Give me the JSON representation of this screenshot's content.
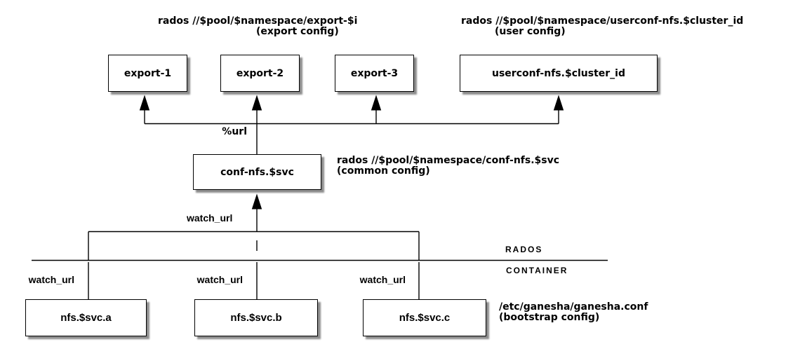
{
  "config_labels": {
    "export": {
      "path": "rados //$pool/$namespace/export-$i",
      "caption": "(export config)"
    },
    "user": {
      "path": "rados //$pool/$namespace/userconf-nfs.$cluster_id",
      "caption": "(user config)"
    },
    "common": {
      "path": "rados //$pool/$namespace/conf-nfs.$svc",
      "caption": "(common config)"
    },
    "bootstrap": {
      "path": "/etc/ganesha/ganesha.conf",
      "caption": "(bootstrap config)"
    }
  },
  "nodes": {
    "export_1": "export-1",
    "export_2": "export-2",
    "export_3": "export-3",
    "userconf": "userconf-nfs.$cluster_id",
    "common_conf": "conf-nfs.$svc",
    "daemon_a": "nfs.$svc.a",
    "daemon_b": "nfs.$svc.b",
    "daemon_c": "nfs.$svc.c"
  },
  "edge_labels": {
    "url": "%url",
    "watch_url": "watch_url"
  },
  "zones": {
    "top": "RADOS",
    "bottom": "CONTAINER"
  },
  "colors": {
    "background": "#ffffff",
    "line": "#000000",
    "shadow": "rgba(0,0,0,0.45)"
  }
}
